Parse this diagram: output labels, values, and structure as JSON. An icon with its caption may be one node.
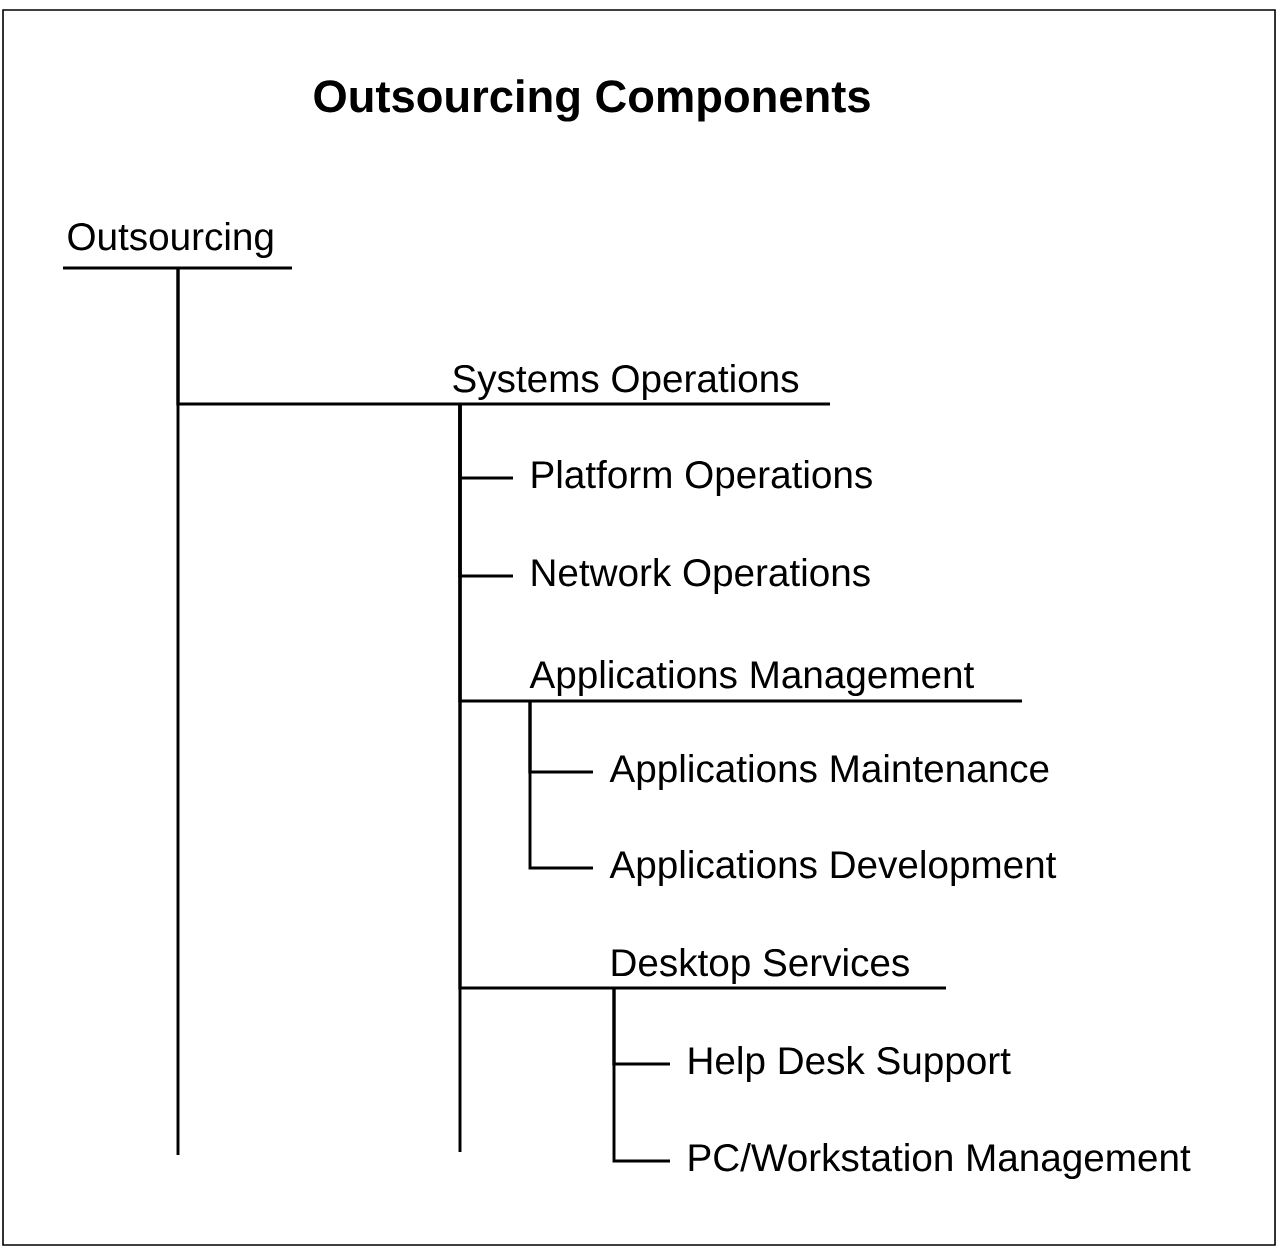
{
  "diagram": {
    "title": "Outsourcing Components",
    "nodes": [
      {
        "text": [
          "Outsourcing"
        ]
      },
      {
        "text": [
          "Systems Operations"
        ]
      },
      {
        "text": [
          "Platform Operations"
        ]
      },
      {
        "text": [
          "Network Operations"
        ]
      },
      {
        "text": [
          "Applications Management"
        ]
      },
      {
        "text": [
          "Applications Maintenance"
        ]
      },
      {
        "text": [
          "Applications Development"
        ]
      },
      {
        "text": [
          "Desktop Services"
        ]
      },
      {
        "text": [
          "Help Desk Support"
        ]
      },
      {
        "text": [
          "PC/Workstation Management"
        ]
      }
    ],
    "edges": [
      {
        "from": 0,
        "to": 1,
        "arrow": "none"
      },
      {
        "from": 1,
        "to": 2,
        "arrow": "none"
      },
      {
        "from": 1,
        "to": 3,
        "arrow": "none"
      },
      {
        "from": 1,
        "to": 4,
        "arrow": "none"
      },
      {
        "from": 4,
        "to": 5,
        "arrow": "none"
      },
      {
        "from": 4,
        "to": 6,
        "arrow": "none"
      },
      {
        "from": 1,
        "to": 7,
        "arrow": "none"
      },
      {
        "from": 7,
        "to": 8,
        "arrow": "none"
      },
      {
        "from": 7,
        "to": 9,
        "arrow": "none"
      }
    ]
  }
}
